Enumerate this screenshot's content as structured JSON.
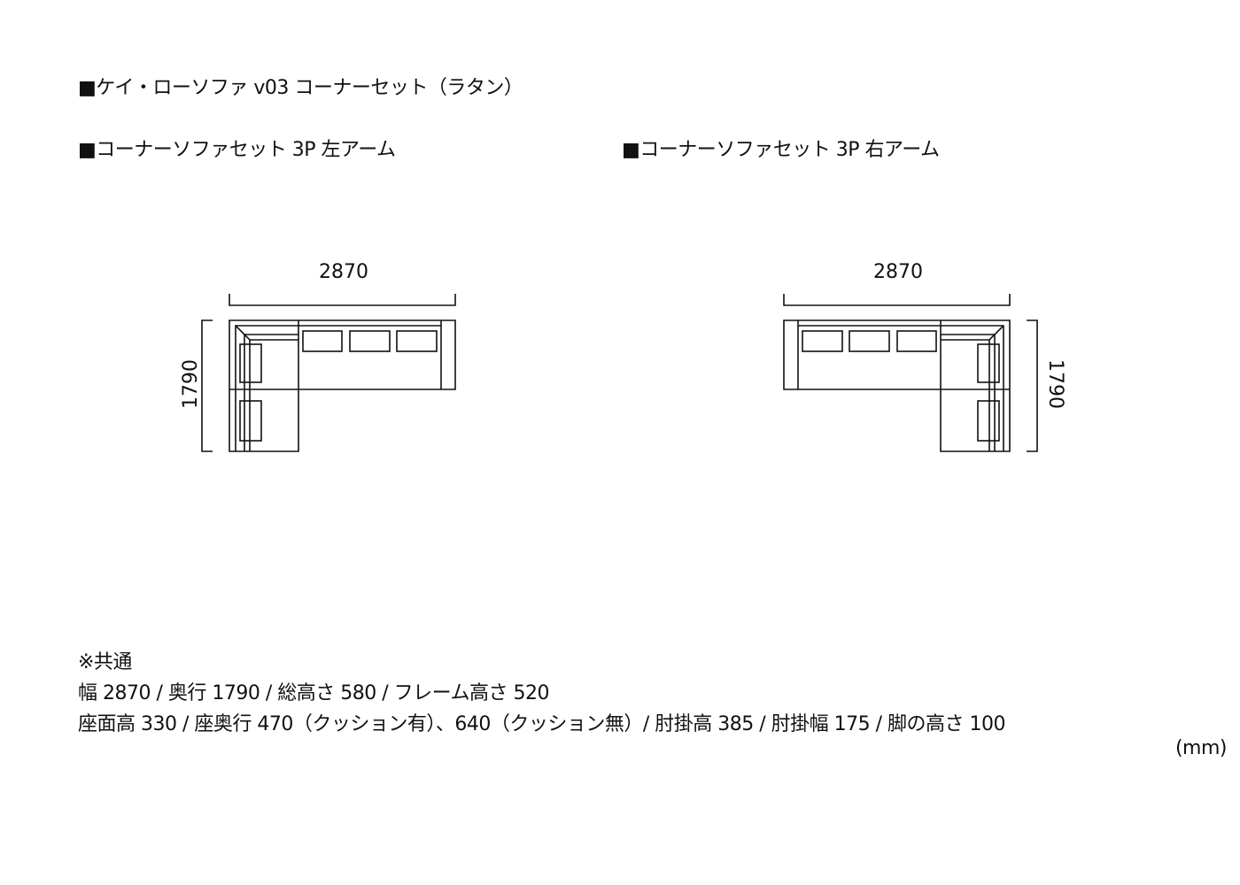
{
  "title": "■ケイ・ローソファ v03 コーナーセット（ラタン）",
  "diagrams": [
    {
      "heading": "■コーナーソファセット 3P 左アーム",
      "width_label": "2870",
      "depth_label": "1790",
      "arm_side": "left"
    },
    {
      "heading": "■コーナーソファセット 3P 右アーム",
      "width_label": "2870",
      "depth_label": "1790",
      "arm_side": "right"
    }
  ],
  "notes": {
    "heading": "※共通",
    "line1": "幅 2870 / 奥行 1790  / 総高さ 580 / フレーム高さ 520",
    "line2": "座面高 330 / 座奥行 470（クッション有）、640（クッション無）/ 肘掛高 385 / 肘掛幅 175 / 脚の高さ 100",
    "unit": "(mm)"
  }
}
